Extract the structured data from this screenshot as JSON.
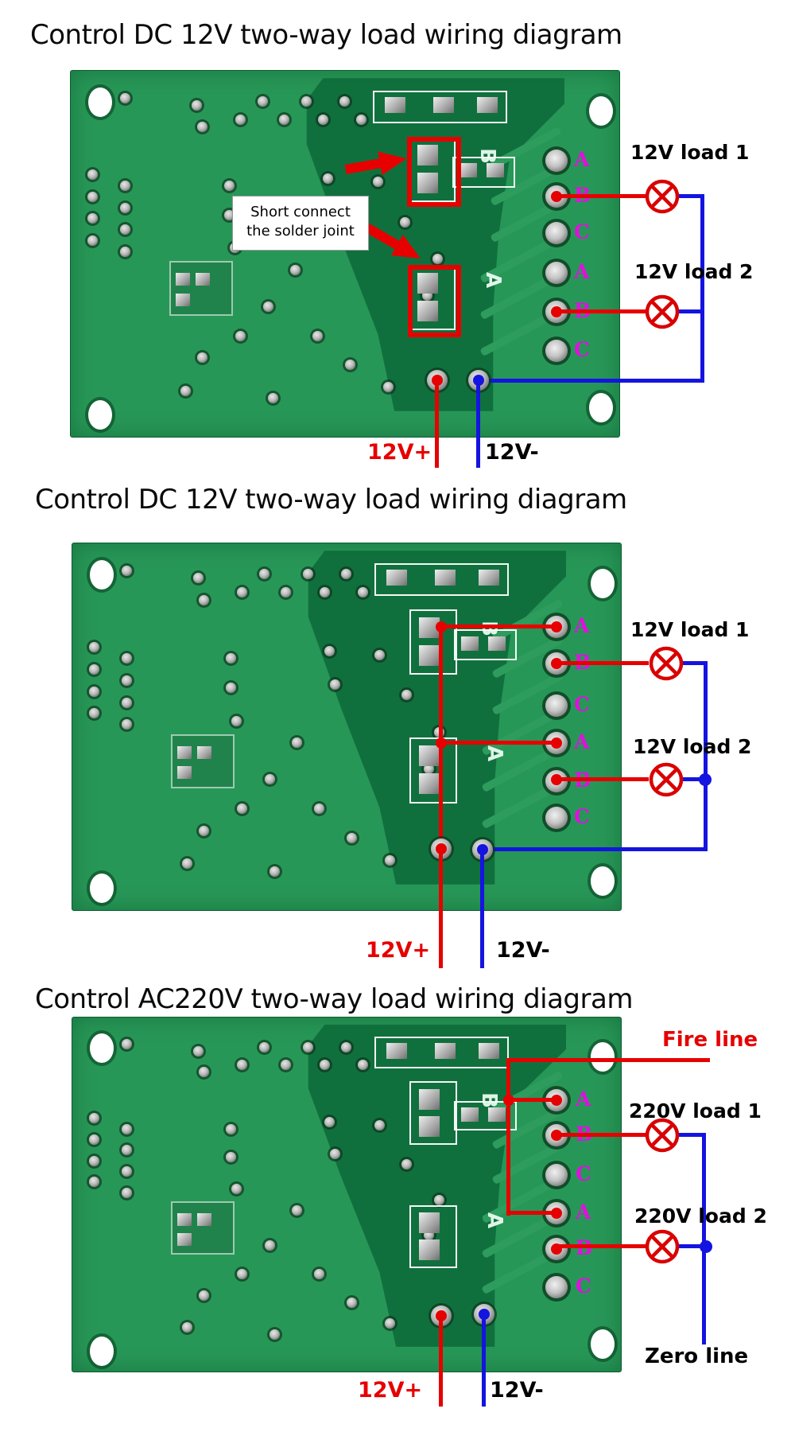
{
  "colors": {
    "wire_red": "#e60000",
    "wire_blue": "#1414e0",
    "terminal_magenta": "#df10df",
    "lamp_red": "#d90000",
    "highlight_red": "#e60000",
    "title_black": "#0a0a0a"
  },
  "sections": [
    {
      "title": "Control DC 12V two-way load wiring diagram",
      "terminals": [
        "A",
        "B",
        "C",
        "A",
        "B",
        "C"
      ],
      "loads": [
        "12V load 1",
        "12V load 2"
      ],
      "callout_line1": "Short connect",
      "callout_line2": "the solder joint",
      "power_positive": "12V+",
      "power_negative": "12V-"
    },
    {
      "title": "Control DC 12V two-way load wiring diagram",
      "terminals": [
        "A",
        "B",
        "C",
        "A",
        "B",
        "C"
      ],
      "loads": [
        "12V load 1",
        "12V load 2"
      ],
      "power_positive": "12V+",
      "power_negative": "12V-"
    },
    {
      "title": "Control AC220V two-way load wiring diagram",
      "terminals": [
        "A",
        "B",
        "C",
        "A",
        "B",
        "C"
      ],
      "loads": [
        "220V load 1",
        "220V load 2"
      ],
      "fire_line": "Fire line",
      "zero_line": "Zero line",
      "power_positive": "12V+",
      "power_negative": "12V-"
    }
  ]
}
